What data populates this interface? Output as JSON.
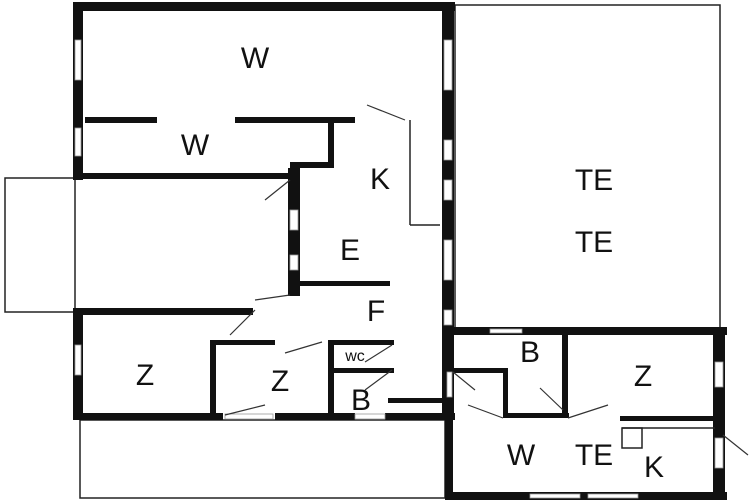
{
  "floor_plan": {
    "rooms": [
      {
        "id": "living-top",
        "label": "W"
      },
      {
        "id": "living-second",
        "label": "W"
      },
      {
        "id": "kitchen",
        "label": "K"
      },
      {
        "id": "dining",
        "label": "E"
      },
      {
        "id": "hall",
        "label": "F"
      },
      {
        "id": "terrace-1",
        "label": "TE"
      },
      {
        "id": "terrace-2",
        "label": "TE"
      },
      {
        "id": "bedroom-left",
        "label": "Z"
      },
      {
        "id": "bedroom-middle",
        "label": "Z"
      },
      {
        "id": "toilet",
        "label": "wc"
      },
      {
        "id": "bathroom-left",
        "label": "B"
      },
      {
        "id": "bathroom-right",
        "label": "B"
      },
      {
        "id": "bedroom-right",
        "label": "Z"
      },
      {
        "id": "living-right",
        "label": "W"
      },
      {
        "id": "terrace-right",
        "label": "TE"
      },
      {
        "id": "kitchen-right",
        "label": "K"
      }
    ]
  }
}
